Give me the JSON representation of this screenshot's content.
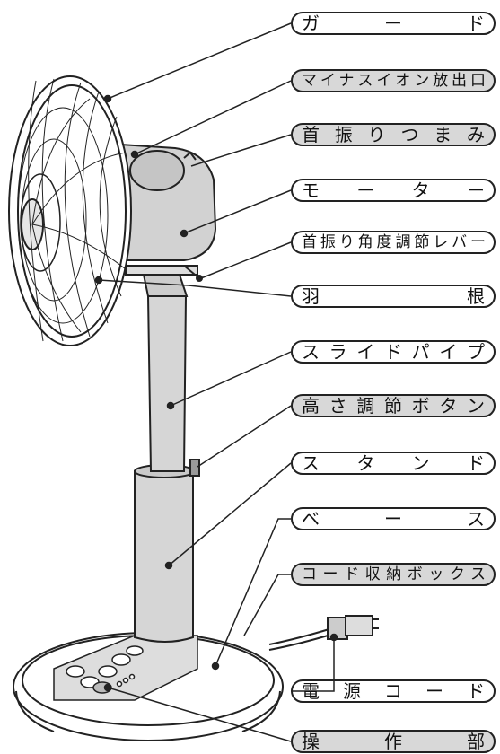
{
  "labels": {
    "guard": "ガ　ー　ド",
    "ion_outlet": "マイナスイオン放出口",
    "swing_knob": "首振りつまみ",
    "motor": "モ　ー　タ　ー",
    "swing_angle_lever": "首振り角度調節レバー",
    "blade": "羽　　　根",
    "slide_pipe": "スライドパイプ",
    "height_button": "高さ調節ボタン",
    "stand": "ス　タ　ン　ド",
    "base": "ベ　ー　ス",
    "cord_box": "コード収納ボックス",
    "power_cord": "電　源　コ　ー　ド",
    "control_panel": "操　　作　　部"
  }
}
